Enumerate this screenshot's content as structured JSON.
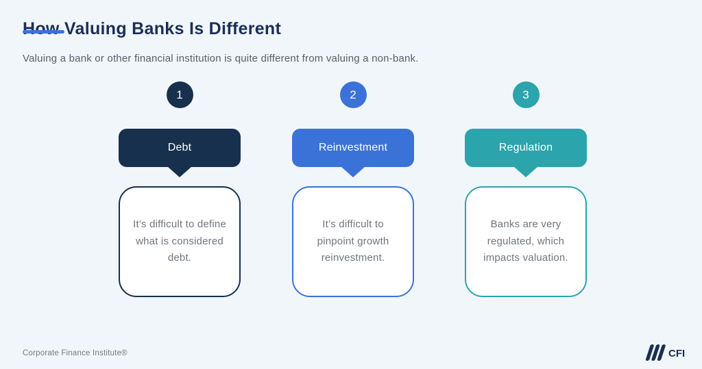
{
  "slide": {
    "title": "How Valuing Banks Is Different",
    "subtitle": "Valuing a bank or other financial institution is quite different from valuing a non-bank.",
    "footer": "Corporate Finance Institute®",
    "logo_text": "CFI"
  },
  "colors": {
    "background": "#F1F6FA",
    "title_text": "#1B2F55",
    "accent_underline": "#3B72D8",
    "navy": "#16304E",
    "blue": "#3B72D8",
    "teal": "#2BA4AC",
    "body_text": "#70757F"
  },
  "items": [
    {
      "number": "1",
      "label": "Debt",
      "description": "It’s difficult to define what is considered debt.",
      "color": "#16304E"
    },
    {
      "number": "2",
      "label": "Reinvestment",
      "description": "It’s difficult to pinpoint growth reinvestment.",
      "color": "#3B72D8"
    },
    {
      "number": "3",
      "label": "Regulation",
      "description": "Banks are very regulated, which impacts valuation.",
      "color": "#2BA4AC"
    }
  ]
}
